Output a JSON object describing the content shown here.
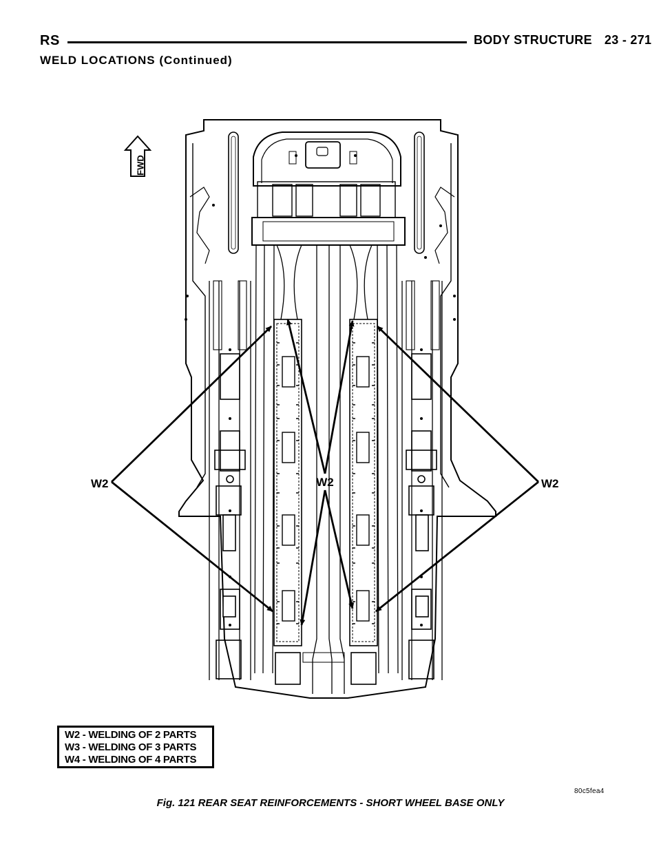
{
  "header": {
    "left_code": "RS",
    "section": "BODY STRUCTURE",
    "page_number": "23 - 271"
  },
  "section_title": "WELD LOCATIONS (Continued)",
  "figure": {
    "direction_label": "FWD",
    "callouts": [
      "W2",
      "W2",
      "W2"
    ],
    "legend": [
      "W2 - WELDING OF 2 PARTS",
      "W3 - WELDING OF 3 PARTS",
      "W4 - WELDING OF 4 PARTS"
    ],
    "reference_code": "80c5fea4",
    "caption": "Fig. 121 REAR SEAT REINFORCEMENTS - SHORT WHEEL BASE ONLY"
  }
}
